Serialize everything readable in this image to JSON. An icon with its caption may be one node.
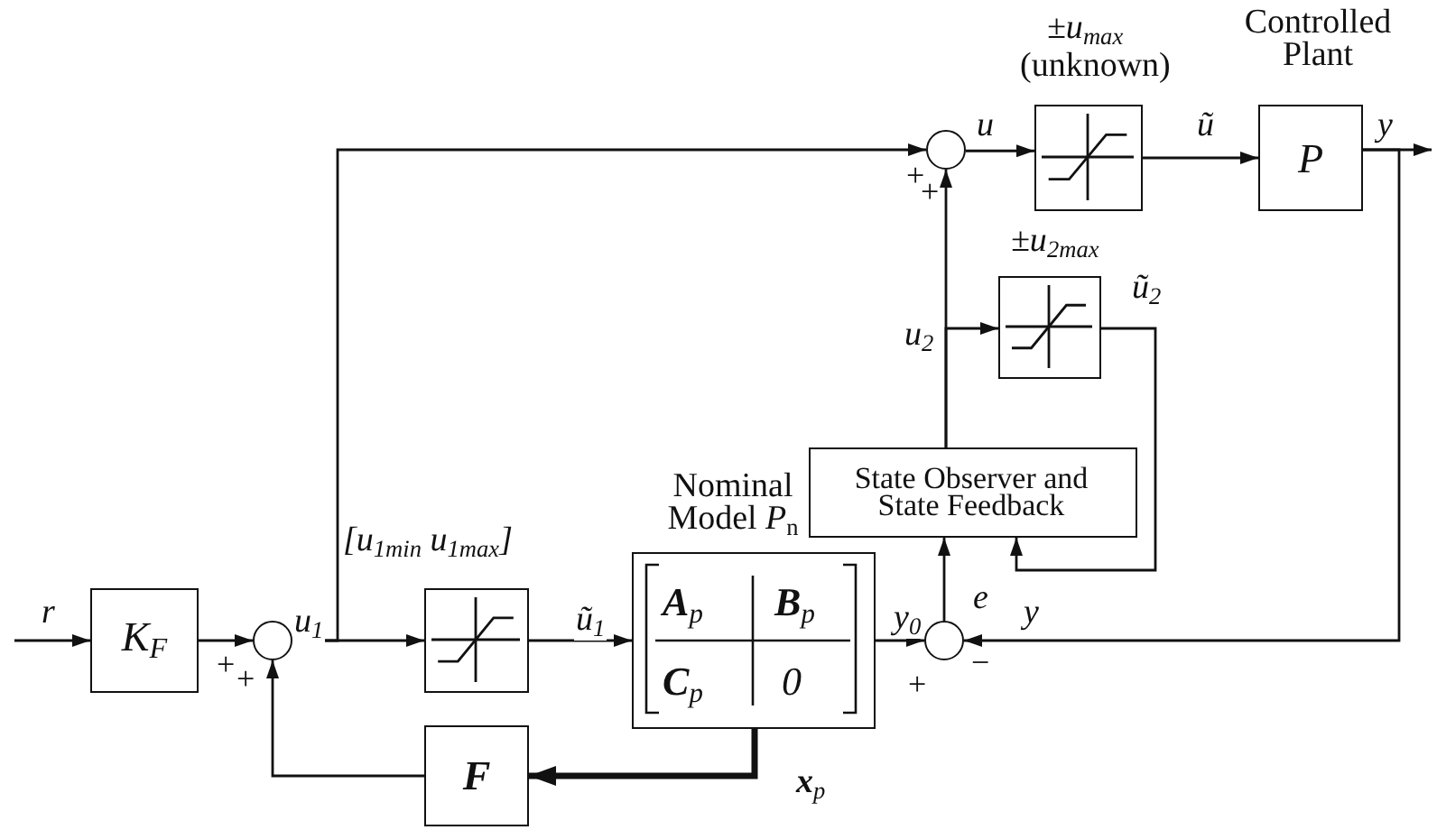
{
  "diagram": {
    "nodes": [
      {
        "text": [
          "K$_{F}$"
        ]
      },
      {
        "text": [],
        "shape": "circle"
      },
      {
        "text": [],
        "shape": "box",
        "beside": [
          "[u$_{1min}$ u$_{1max}$]"
        ]
      },
      {
        "text": [
          "Nominal Model *P*$_{n}$",
          "**A**$_{p}$",
          "**B**$_{p}$",
          "**C**$_{p}$",
          "0"
        ]
      },
      {
        "text": [
          "F"
        ]
      },
      {
        "text": [],
        "shape": "circle"
      },
      {
        "text": [
          "State Observer and State Feedback"
        ]
      },
      {
        "text": [],
        "shape": "box",
        "beside": [
          "±u$_{2max}$"
        ]
      },
      {
        "text": [],
        "shape": "circle"
      },
      {
        "text": [],
        "shape": "box",
        "beside": [
          "±u$_{max}$",
          "(unknown)"
        ]
      },
      {
        "text": [
          "P"
        ],
        "beside": [
          "Controlled Plant"
        ]
      }
    ],
    "edges": [
      {
        "from": null,
        "to": 0,
        "arrow": "to",
        "label": "r"
      },
      {
        "from": 0,
        "to": 1,
        "arrow": "to"
      },
      {
        "from": 1,
        "to": 2,
        "arrow": "to",
        "label": "u$_{1}$"
      },
      {
        "from": 1,
        "to": 8,
        "arrow": "to"
      },
      {
        "from": 2,
        "to": 3,
        "arrow": "to",
        "label": "ũ$_{1}$"
      },
      {
        "from": 3,
        "to": 5,
        "arrow": "to",
        "label": "y$_{0}$"
      },
      {
        "from": 3,
        "to": 4,
        "arrow": "to",
        "label": "**x**$_{p}$",
        "style": "thick"
      },
      {
        "from": 4,
        "to": 1,
        "arrow": "to"
      },
      {
        "from": 5,
        "to": 6,
        "arrow": "to",
        "label": "e"
      },
      {
        "from": 6,
        "to": 8,
        "arrow": "to",
        "label": "u$_{2}$"
      },
      {
        "from": 6,
        "to": 7,
        "arrow": "to"
      },
      {
        "from": 7,
        "to": 6,
        "arrow": "to",
        "label": "ũ$_{2}$"
      },
      {
        "from": 8,
        "to": 9,
        "arrow": "to",
        "label": "u"
      },
      {
        "from": 9,
        "to": 10,
        "arrow": "to",
        "label": "ũ"
      },
      {
        "from": 10,
        "to": null,
        "arrow": "to",
        "label": "y"
      },
      {
        "from": 10,
        "to": 5,
        "arrow": "to",
        "label": "y"
      }
    ],
    "labels": [
      "+",
      "+",
      "+",
      "+",
      "+",
      "−"
    ]
  }
}
